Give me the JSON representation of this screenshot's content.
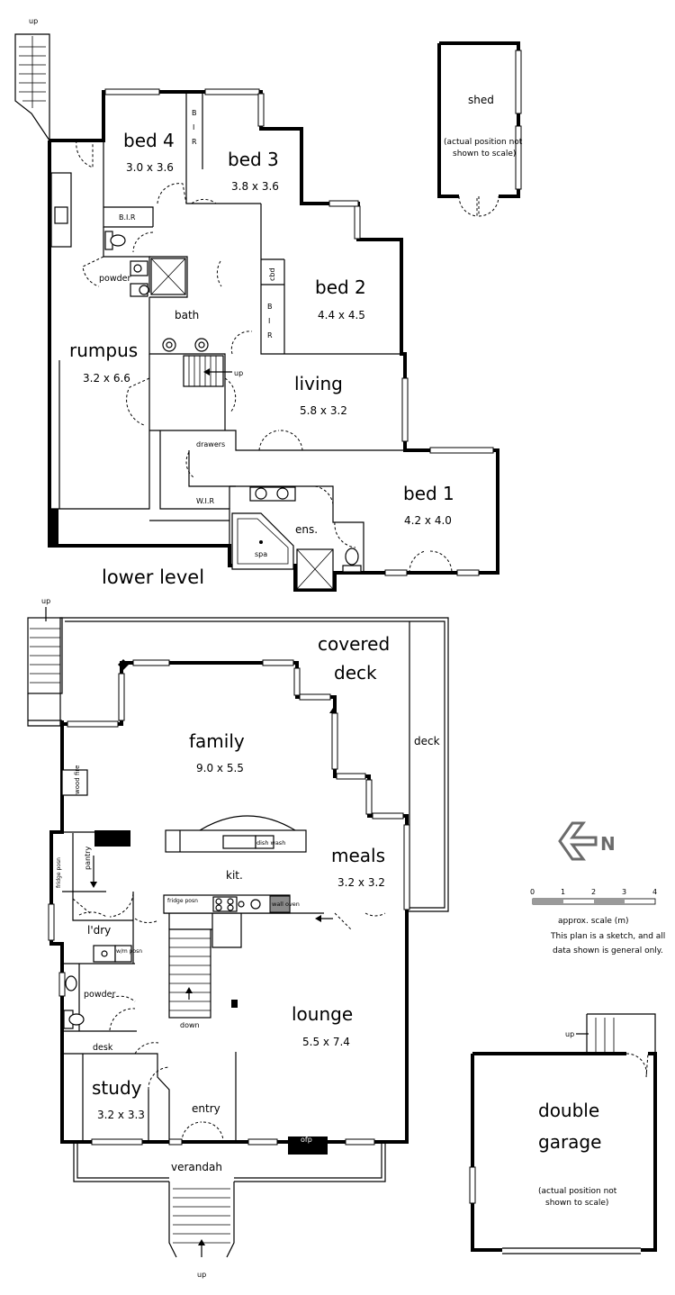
{
  "lower": {
    "rooms": {
      "bed4": {
        "name": "bed 4",
        "dims": "3.0 x 3.6"
      },
      "bed3": {
        "name": "bed 3",
        "dims": "3.8 x 3.6"
      },
      "bed2": {
        "name": "bed 2",
        "dims": "4.4 x 4.5"
      },
      "rumpus": {
        "name": "rumpus",
        "dims": "3.2 x 6.6"
      },
      "living": {
        "name": "living",
        "dims": "5.8 x 3.2"
      },
      "bed1": {
        "name": "bed 1",
        "dims": "4.2 x 4.0"
      }
    },
    "small": {
      "powder": "powder",
      "bath": "bath",
      "bir": "B.I.R",
      "cbd": "cbd",
      "drawers": "drawers",
      "wir": "W.I.R",
      "ens": "ens.",
      "spa": "spa",
      "up": "up",
      "stair_up": "up"
    },
    "bir_vertical": [
      "B",
      "I",
      "R"
    ],
    "caption": "lower level"
  },
  "shed": {
    "name": "shed",
    "note1": "(actual position not",
    "note2": "shown to scale)"
  },
  "upper": {
    "rooms": {
      "covered_deck_1": "covered",
      "covered_deck_2": "deck",
      "deck": "deck",
      "family": {
        "name": "family",
        "dims": "9.0 x 5.5"
      },
      "meals": {
        "name": "meals",
        "dims": "3.2 x 3.2"
      },
      "kit": "kit.",
      "lounge": {
        "name": "lounge",
        "dims": "5.5 x 7.4"
      },
      "study": {
        "name": "study",
        "dims": "3.2 x 3.3"
      },
      "entry": "entry",
      "verandah": "verandah",
      "ldry": "l'dry",
      "powder": "powder",
      "desk": "desk",
      "pantry": "pantry",
      "down": "down"
    },
    "small": {
      "fridge_posn": "fridge posn",
      "fridge_posn_2": "fridge posn",
      "wm_posn": "w/m posn",
      "dish_wash": "dish wash",
      "wall_oven": "wall oven",
      "wood_fire": "wood fire",
      "ofp": "ofp",
      "up_top": "up",
      "up_bottom": "up"
    }
  },
  "garage": {
    "line1": "double",
    "line2": "garage",
    "note1": "(actual position not",
    "note2": "shown to scale)",
    "up": "up"
  },
  "legend": {
    "north": "N",
    "scale_ticks": [
      "0",
      "1",
      "2",
      "3",
      "4"
    ],
    "scale_title": "approx. scale (m)",
    "disclaimer1": "This plan is a sketch, and all",
    "disclaimer2": "data shown is general only."
  },
  "colors": {
    "wall": "#000000",
    "fixture_fill": "#ffffff",
    "scale_grey": "#9a9a9a",
    "north_arrow": "#6b6b6b"
  }
}
